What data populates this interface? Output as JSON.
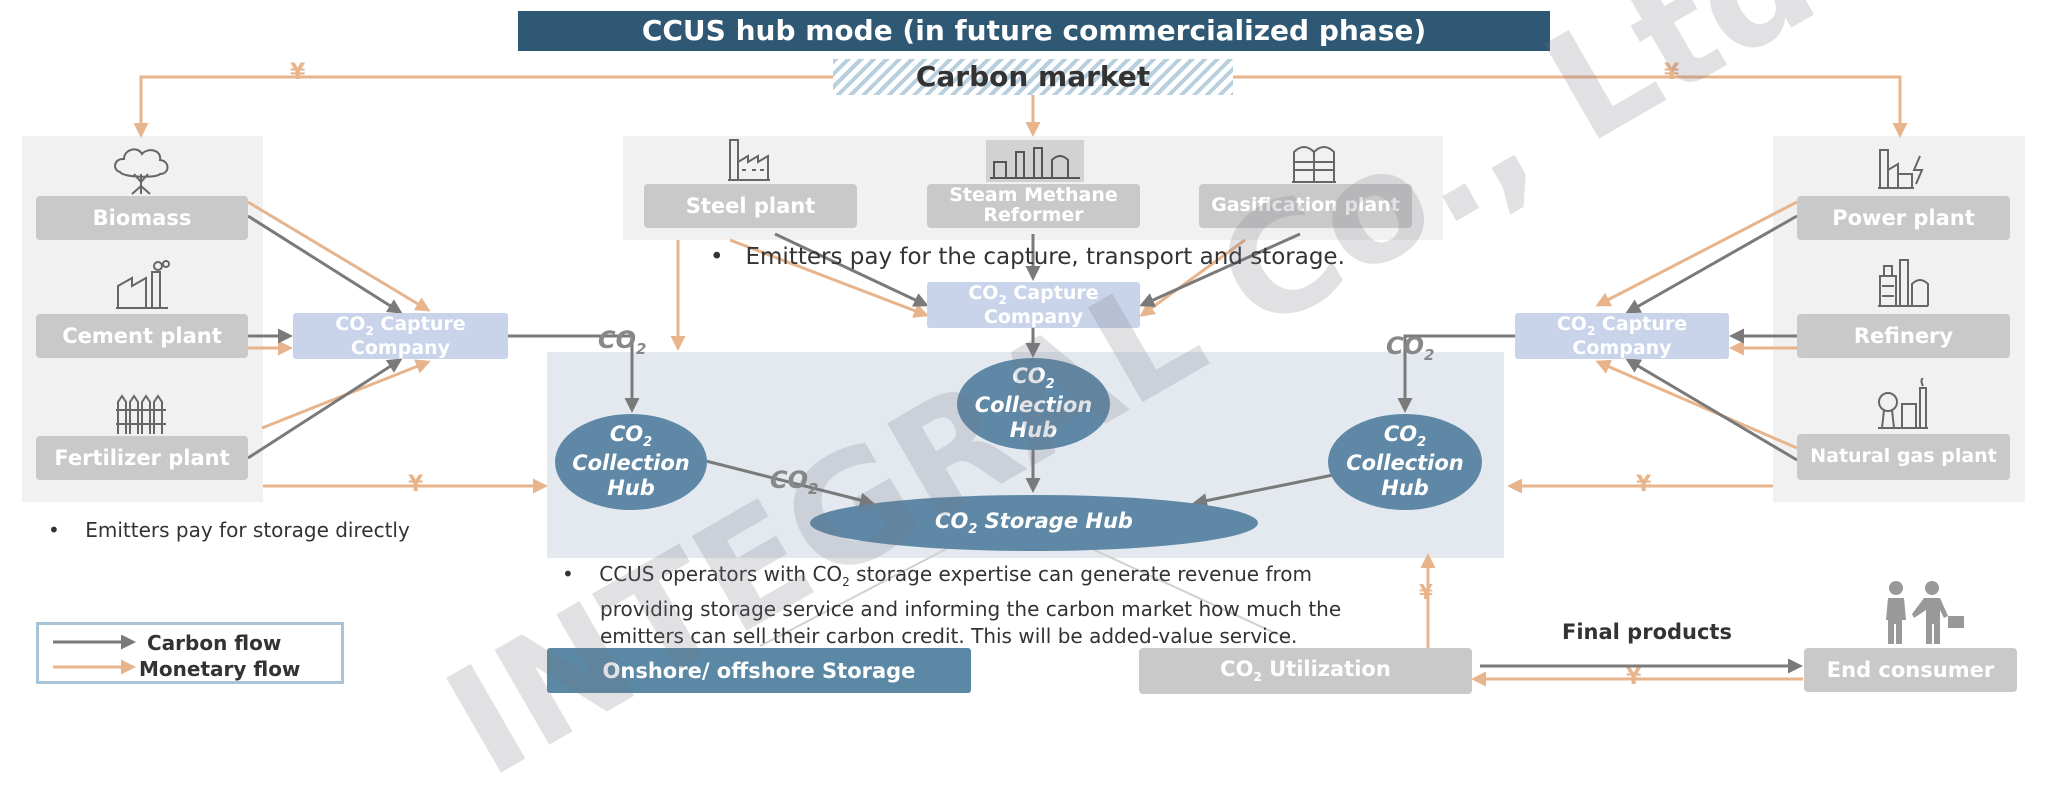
{
  "title": "CCUS hub mode (in future commercialized phase)",
  "carbon_market": "Carbon market",
  "left_emitters": [
    "Biomass",
    "Cement plant",
    "Fertilizer plant"
  ],
  "top_emitters": [
    "Steel plant",
    "Steam Methane Reformer",
    "Gasification plant"
  ],
  "right_emitters": [
    "Power plant",
    "Refinery",
    "Natural gas plant"
  ],
  "capture": {
    "co2": "CO",
    "sub": "2",
    "rest": " Capture Company"
  },
  "hub": {
    "co2": "CO",
    "sub": "2",
    "rest": "Collection Hub"
  },
  "co2_label": {
    "co": "CO",
    "sub": "2"
  },
  "storage_hub": {
    "co2": "CO",
    "sub": "2",
    "rest": " Storage Hub"
  },
  "bullets": {
    "top": "Emitters pay for the capture, transport and storage.",
    "left": "Emitters pay for storage directly",
    "middle_line1_pre": "CCUS operators with CO",
    "middle_line1_sub": "2",
    "middle_line1_post": " storage expertise can generate revenue from",
    "middle_line2": "providing storage service and informing the carbon market how much the",
    "middle_line3": "emitters can sell their carbon credit. This will be added-value service."
  },
  "bottom": {
    "storage": "Onshore/ offshore Storage",
    "utilization_pre": "CO",
    "utilization_sub": "2",
    "utilization_post": " Utilization",
    "final_products": "Final products",
    "end_consumer": "End consumer"
  },
  "legend": {
    "carbon": "Carbon flow",
    "monetary": "Monetary flow"
  },
  "yen": "¥",
  "watermark": "INTEGRAL Co., Ltd",
  "colors": {
    "carbon_flow": "#7a7a7a",
    "monetary_flow": "#e8b48c",
    "title_bg": "#2e5873",
    "hub": "#5e88a6"
  },
  "icons": [
    "tree-icon",
    "factory-icon",
    "fence-icon",
    "steel-factory-icon",
    "reformer-icon",
    "gasifier-icon",
    "power-plant-icon",
    "refinery-icon",
    "gas-plant-icon",
    "people-icon"
  ]
}
